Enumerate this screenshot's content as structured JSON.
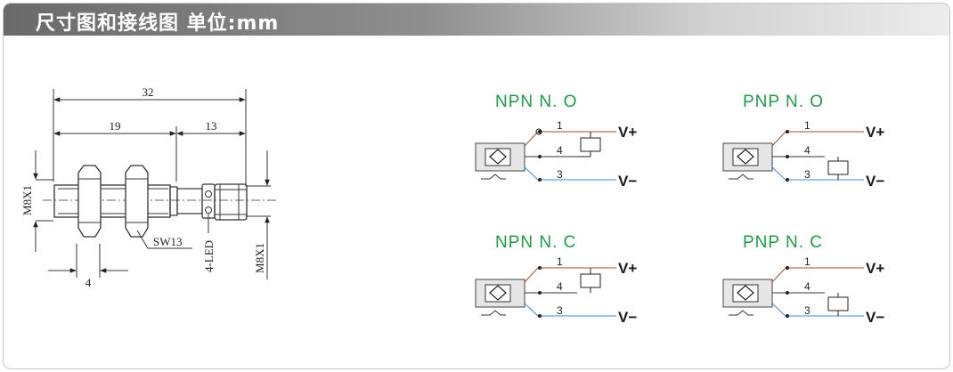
{
  "header": {
    "title": "尺寸图和接线图 单位:mm"
  },
  "dimensions": {
    "total_length": "32",
    "body_length": "19",
    "connector_length": "13",
    "thread_left": "M8X1",
    "thread_right": "M8X1",
    "wrench": "SW13",
    "led": "4-LED",
    "nut_width": "4"
  },
  "wiring": [
    {
      "title": "NPN  N. O",
      "pin1": "1",
      "pin4": "4",
      "pin3": "3",
      "v_plus": "V+",
      "v_minus": "V−"
    },
    {
      "title": "PNP  N. O",
      "pin1": "1",
      "pin4": "4",
      "pin3": "3",
      "v_plus": "V+",
      "v_minus": "V−"
    },
    {
      "title": "NPN  N. C",
      "pin1": "1",
      "pin4": "4",
      "pin3": "3",
      "v_plus": "V+",
      "v_minus": "V−"
    },
    {
      "title": "PNP  N. C",
      "pin1": "1",
      "pin4": "4",
      "pin3": "3",
      "v_plus": "V+",
      "v_minus": "V−"
    }
  ],
  "colors": {
    "title_green": "#1f9b48",
    "wire_brown": "#a0522d",
    "wire_blue": "#3a8fd6"
  }
}
